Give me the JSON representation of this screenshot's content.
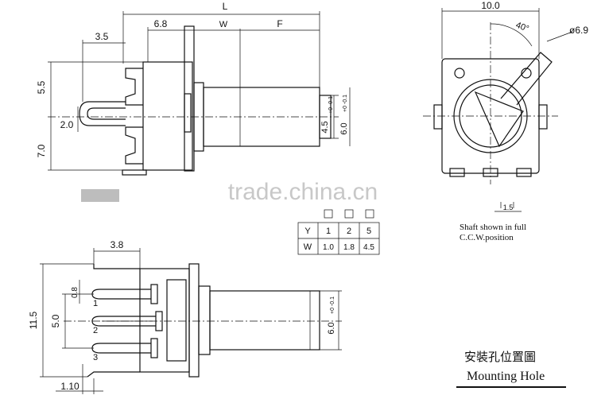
{
  "side_view": {
    "dim_L": "L",
    "dim_6_8": "6.8",
    "dim_W": "W",
    "dim_F": "F",
    "dim_3_5": "3.5",
    "dim_5_5": "5.5",
    "dim_2_0": "2.0",
    "dim_7_0": "7.0",
    "dim_4_5": "4.5",
    "dim_4_5_tol": "+0 -0.1",
    "dim_6_0": "6.0",
    "dim_6_0_tol": "+0 -0.1"
  },
  "front_view": {
    "dim_10_0": "10.0",
    "dim_40": "40°",
    "dim_dia": "ø6.9",
    "dim_1_5": "1.5",
    "note_line1": "Shaft shown in full",
    "note_line2": "C.C.W.position"
  },
  "table": {
    "row_y": [
      "Y",
      "1",
      "2",
      "5"
    ],
    "row_w": [
      "W",
      "1.0",
      "1.8",
      "4.5"
    ]
  },
  "bottom_view": {
    "dim_3_8": "3.8",
    "dim_11_5": "11.5",
    "dim_5_0": "5.0",
    "dim_0_8": "0.8",
    "pin_1": "1",
    "pin_2": "2",
    "pin_3": "3",
    "dim_1_10": "1.10",
    "dim_6_0": "6.0",
    "dim_6_0_tol": "+0 -0.1"
  },
  "mounting": {
    "title_cn": "安裝孔位置圖",
    "title_en": "Mounting Hole"
  },
  "watermark": "trade.china.cn"
}
